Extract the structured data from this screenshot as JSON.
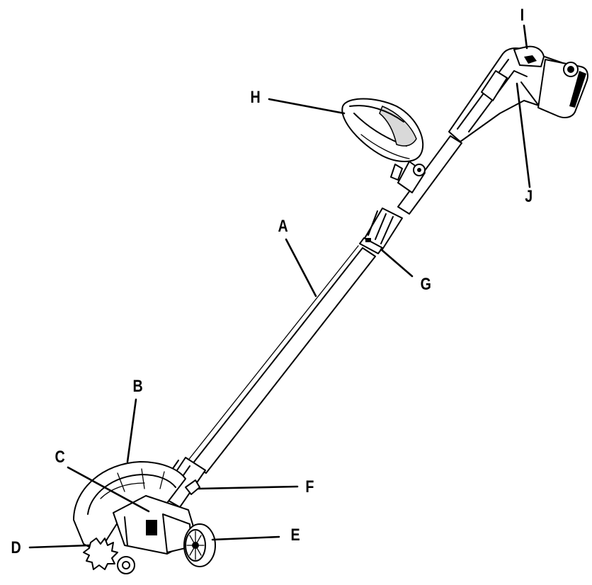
{
  "callouts": {
    "a": "A",
    "b": "B",
    "c": "C",
    "d": "D",
    "e": "E",
    "f": "F",
    "g": "G",
    "h": "H",
    "i": "I",
    "j": "J"
  }
}
